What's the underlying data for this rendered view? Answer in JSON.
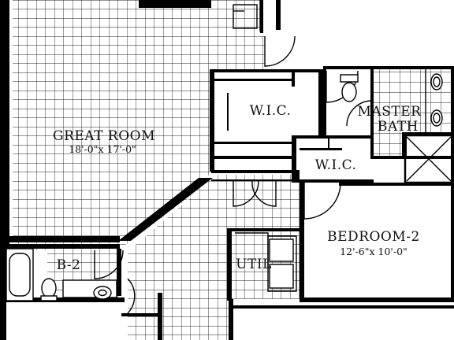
{
  "rooms": {
    "great_room": {
      "name": "GREAT ROOM",
      "size": "18'-0\"x 17'-0\""
    },
    "wic_1": {
      "name": "W.I.C."
    },
    "wic_2": {
      "name": "W.I.C."
    },
    "master_bath": {
      "name_line1": "MASTER",
      "name_line2": "BATH"
    },
    "bedroom_2": {
      "name": "BEDROOM-2",
      "size": "12'-6\"x 10'-0\""
    },
    "bath_2": {
      "name": "B-2"
    },
    "utility": {
      "name": "UTIL"
    }
  },
  "colors": {
    "wall": "#000000",
    "tile": "#222222",
    "background": "#ffffff"
  }
}
